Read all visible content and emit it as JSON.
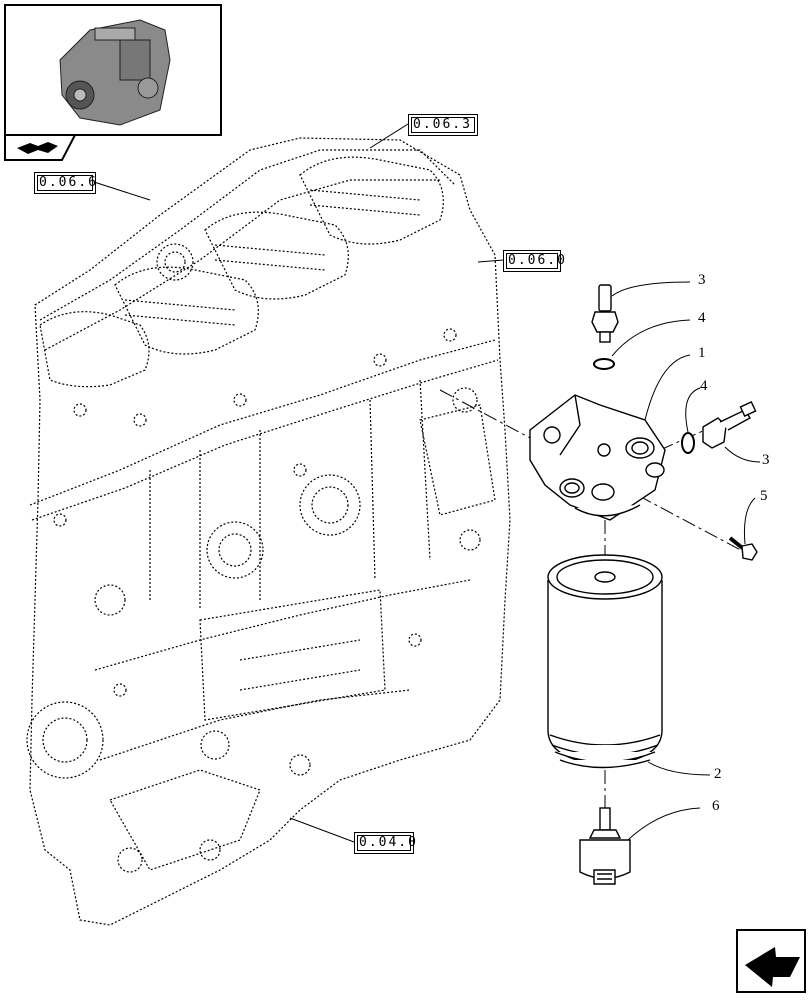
{
  "references": {
    "r063": "0.06.3",
    "r066": "0.06.6",
    "r060": "0.06.0",
    "r040": "0.04.0"
  },
  "parts": {
    "p3a": "3",
    "p4a": "4",
    "p1": "1",
    "p4b": "4",
    "p3b": "3",
    "p5": "5",
    "p2": "2",
    "p6": "6"
  },
  "icons": {
    "thumbnail": "engine-thumbnail-icon",
    "book": "book-icon",
    "next": "next-page-arrow-icon"
  }
}
